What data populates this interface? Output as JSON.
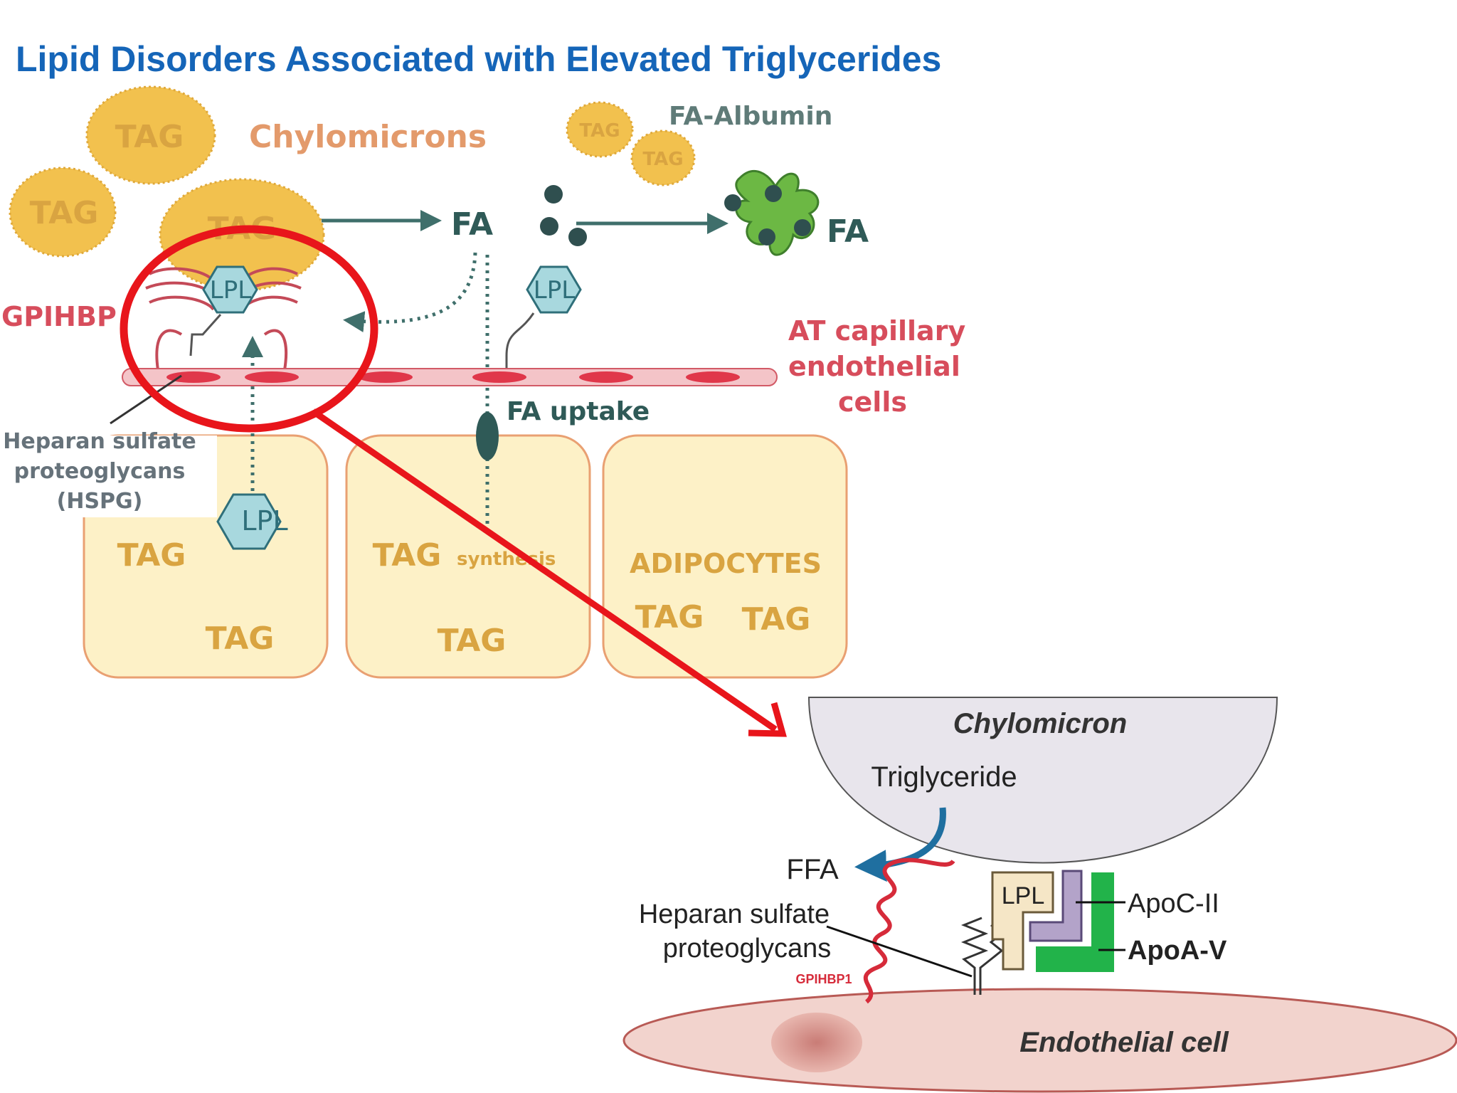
{
  "title": "Lipid Disorders Associated with Elevated Triglycerides",
  "top_diagram": {
    "tag": "TAG",
    "chylomicrons": "Chylomicrons",
    "fa_albumin": "FA-Albumin",
    "fa": "FA",
    "lpl": "LPL",
    "gpihbp": "GPIHBP",
    "at_capillary_1": "AT capillary",
    "at_capillary_2": "endothelial",
    "at_capillary_3": "cells",
    "fa_uptake": "FA uptake",
    "hspg_1": "Heparan sulfate",
    "hspg_2": "proteoglycans",
    "hspg_3": "(HSPG)",
    "tag_synthesis": "synthesis",
    "adipocytes": "ADIPOCYTES"
  },
  "bottom_diagram": {
    "chylomicron": "Chylomicron",
    "triglyceride": "Triglyceride",
    "ffa": "FFA",
    "hspg_1": "Heparan sulfate",
    "hspg_2": "proteoglycans",
    "gpihbp1": "GPIHBP1",
    "lpl": "LPL",
    "apoc2": "ApoC-II",
    "apoa5": "ApoA-V",
    "endothelial_cell": "Endothelial cell"
  },
  "colors": {
    "title": "#1565b8",
    "tag_fill": "#f2c14e",
    "highlight_red": "#e8151b",
    "apoa5_green": "#22b34a",
    "apoc2_purple": "#b3a3c9",
    "lpl_fill": "#f5e6c6"
  }
}
